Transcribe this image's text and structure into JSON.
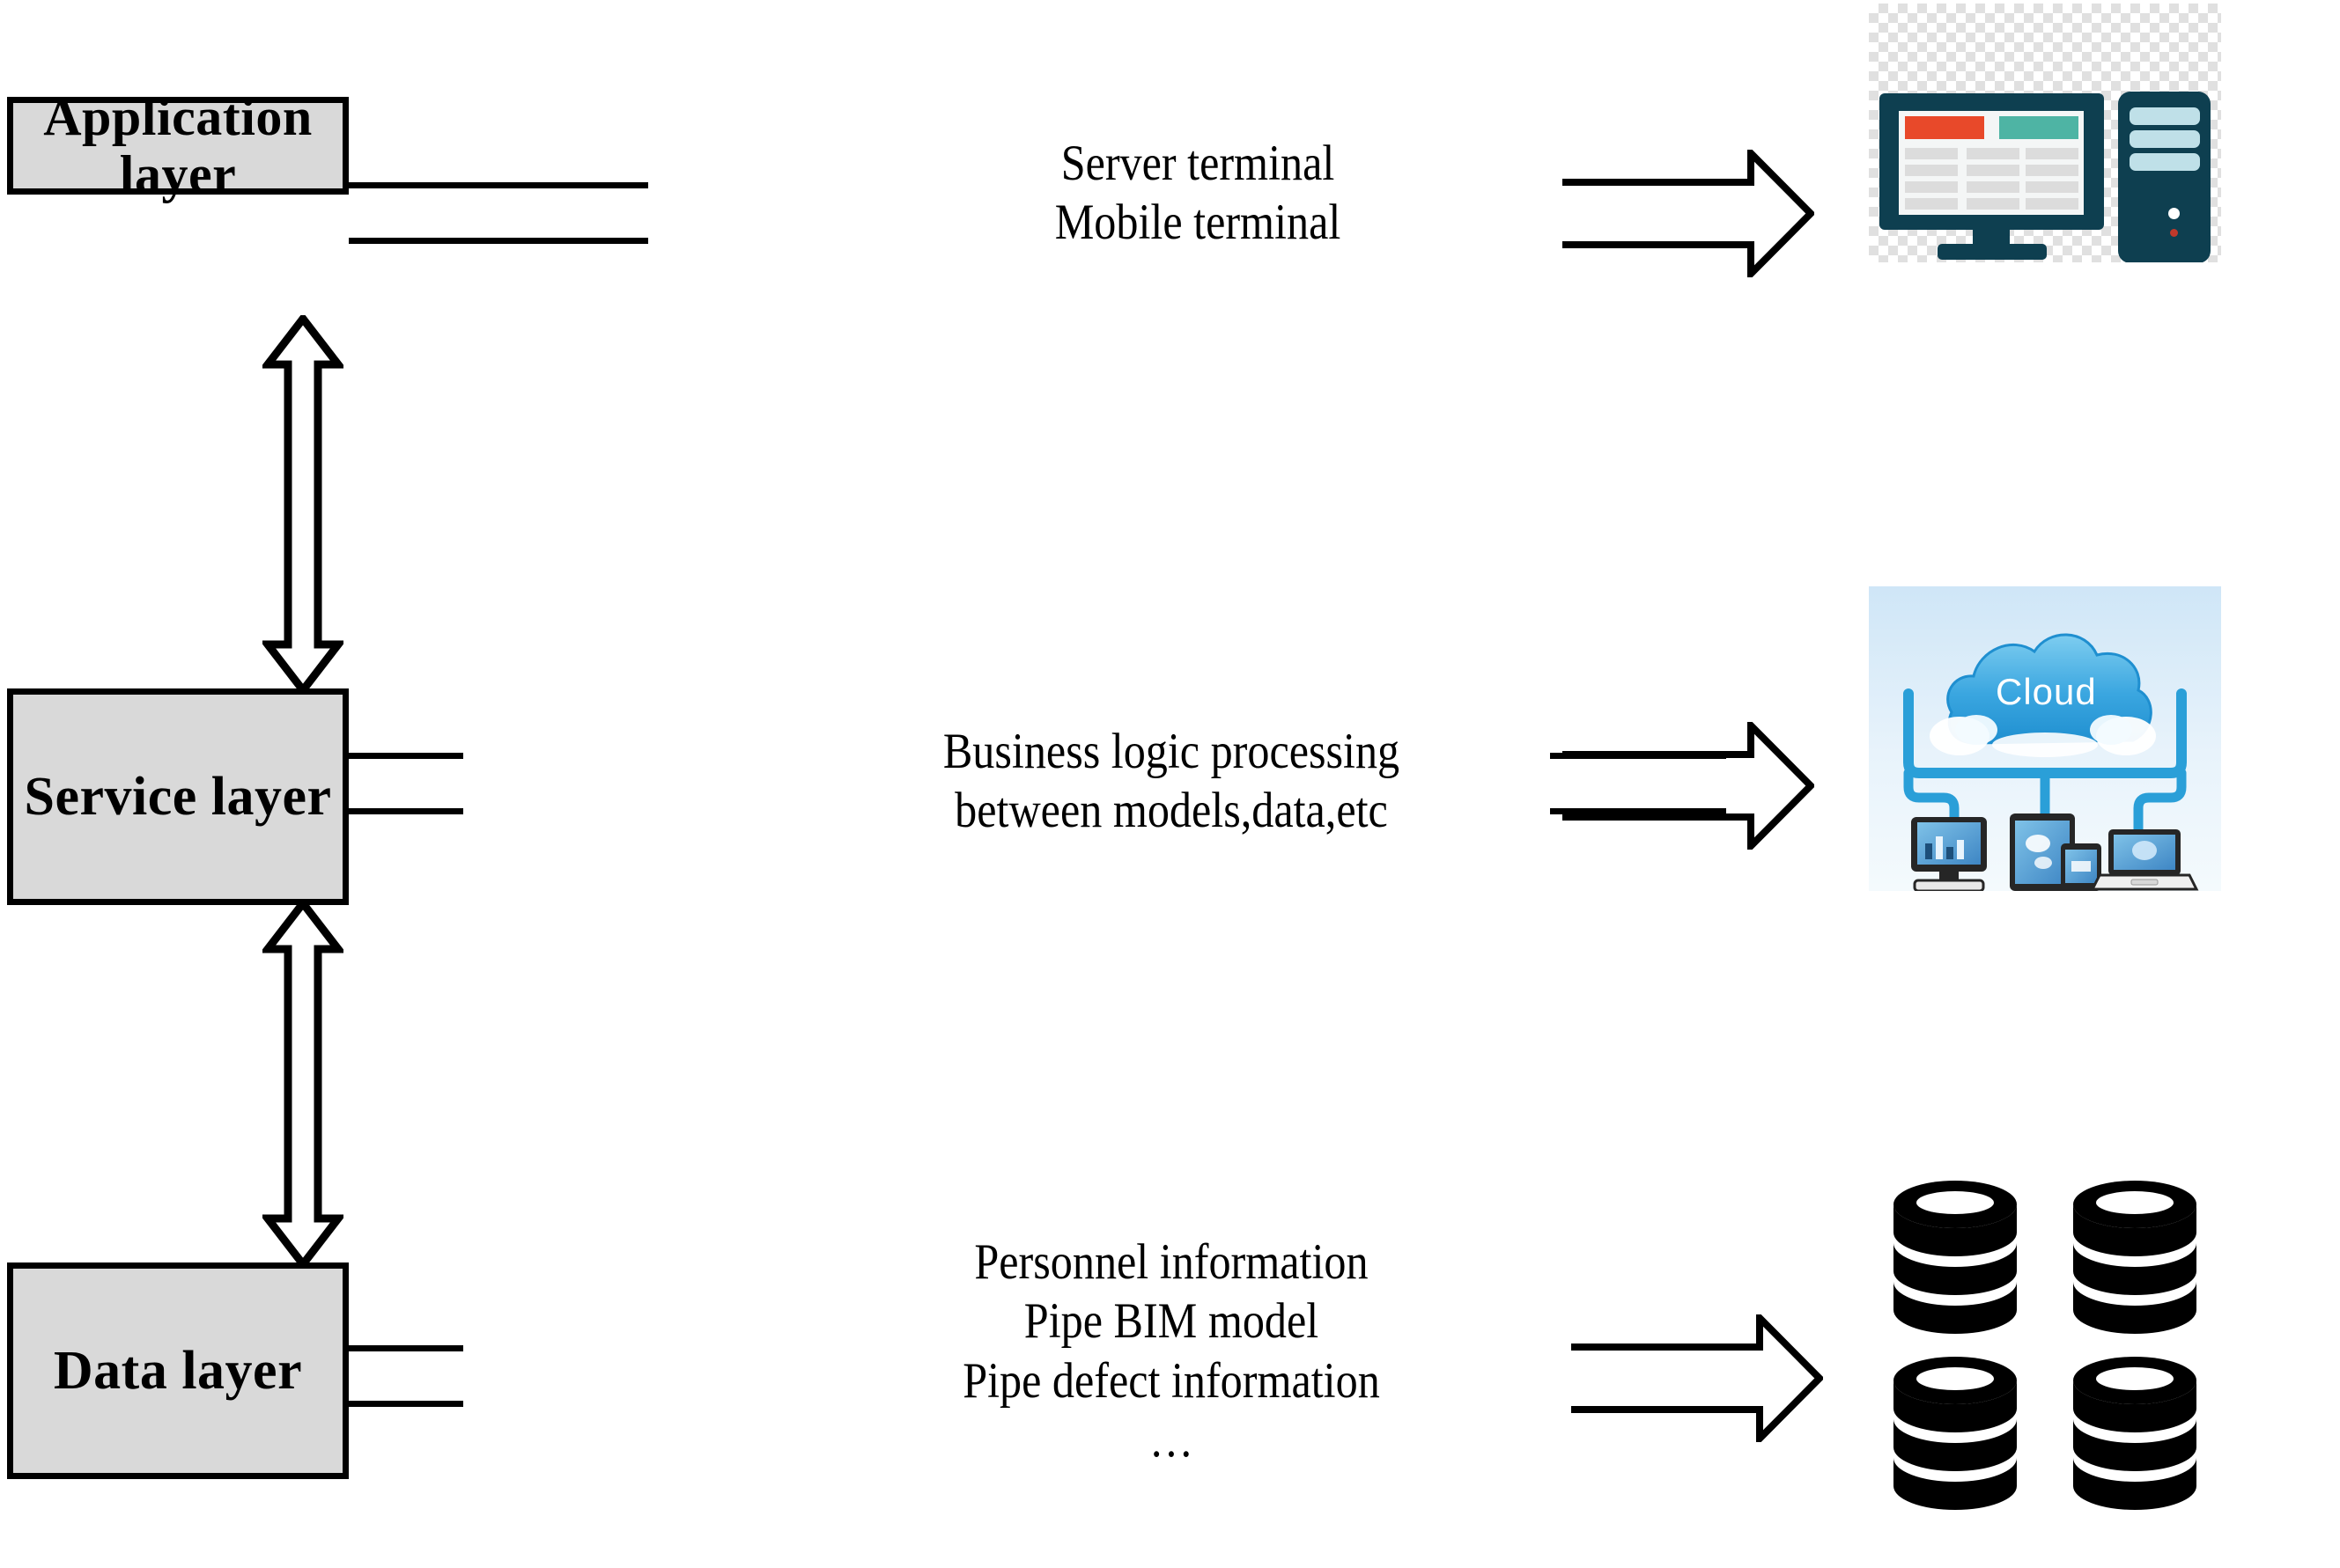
{
  "diagram": {
    "title": "Three-layer system architecture",
    "box_fill_color": "#d9d9d9",
    "box_border_color": "#000000",
    "layers": [
      {
        "id": "application",
        "box_label": "Application\nlayer",
        "description": "Server terminal\nMobile terminal",
        "illustration_name": "server-and-monitor-illustration",
        "illustration_caption": ""
      },
      {
        "id": "service",
        "box_label": "Service layer",
        "description": "Business logic processing\nbetween models,data,etc",
        "illustration_name": "cloud-computing-illustration",
        "illustration_caption": "Cloud"
      },
      {
        "id": "data",
        "box_label": "Data layer",
        "description": "Personnel information\nPipe BIM model\nPipe defect information\n…",
        "illustration_name": "database-cylinders-illustration",
        "illustration_caption": ""
      }
    ],
    "connectors": {
      "vertical_arrow_type": "double-headed-hollow-arrow",
      "horizontal_arrow_type": "hollow-block-arrow",
      "vertical_arrow_count": 2,
      "horizontal_arrow_count": 3
    },
    "illustration_colors": {
      "monitor_dark_teal": "#0e3f50",
      "screen_bar_red": "#e8492a",
      "screen_bar_teal": "#4eb4a4",
      "cloud_blue": "#2a9fd8",
      "database_black": "#000000"
    }
  }
}
